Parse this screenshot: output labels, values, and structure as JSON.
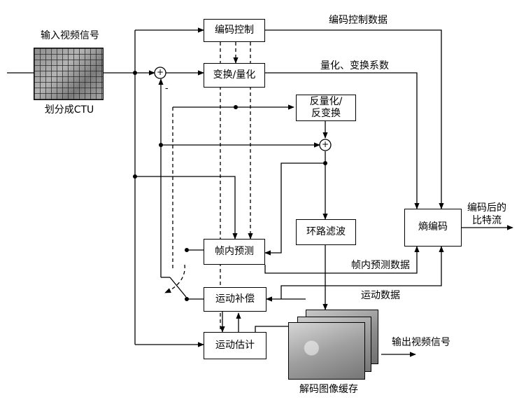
{
  "blocks": {
    "coding_control": "编码控制",
    "transform_quant": "变换/量化",
    "inverse": "反量化/\n反变换",
    "entropy": "熵编码",
    "intra_pred": "帧内预测",
    "loop_filter": "环路滤波",
    "motion_comp": "运动补偿",
    "motion_est": "运动估计"
  },
  "labels": {
    "input_video": "输入视频信号",
    "ctu_split": "划分成CTU",
    "coding_control_data": "编码控制数据",
    "quant_coeffs": "量化、变换系数",
    "output_bitstream": "编码后的\n比特流",
    "intra_data": "帧内预测数据",
    "motion_data": "运动数据",
    "output_video": "输出视频信号",
    "decoded_buffer": "解码图像缓存",
    "minus_sign": "-",
    "adder_symbol": "+"
  },
  "colors": {
    "line": "#000000",
    "background": "#ffffff"
  }
}
